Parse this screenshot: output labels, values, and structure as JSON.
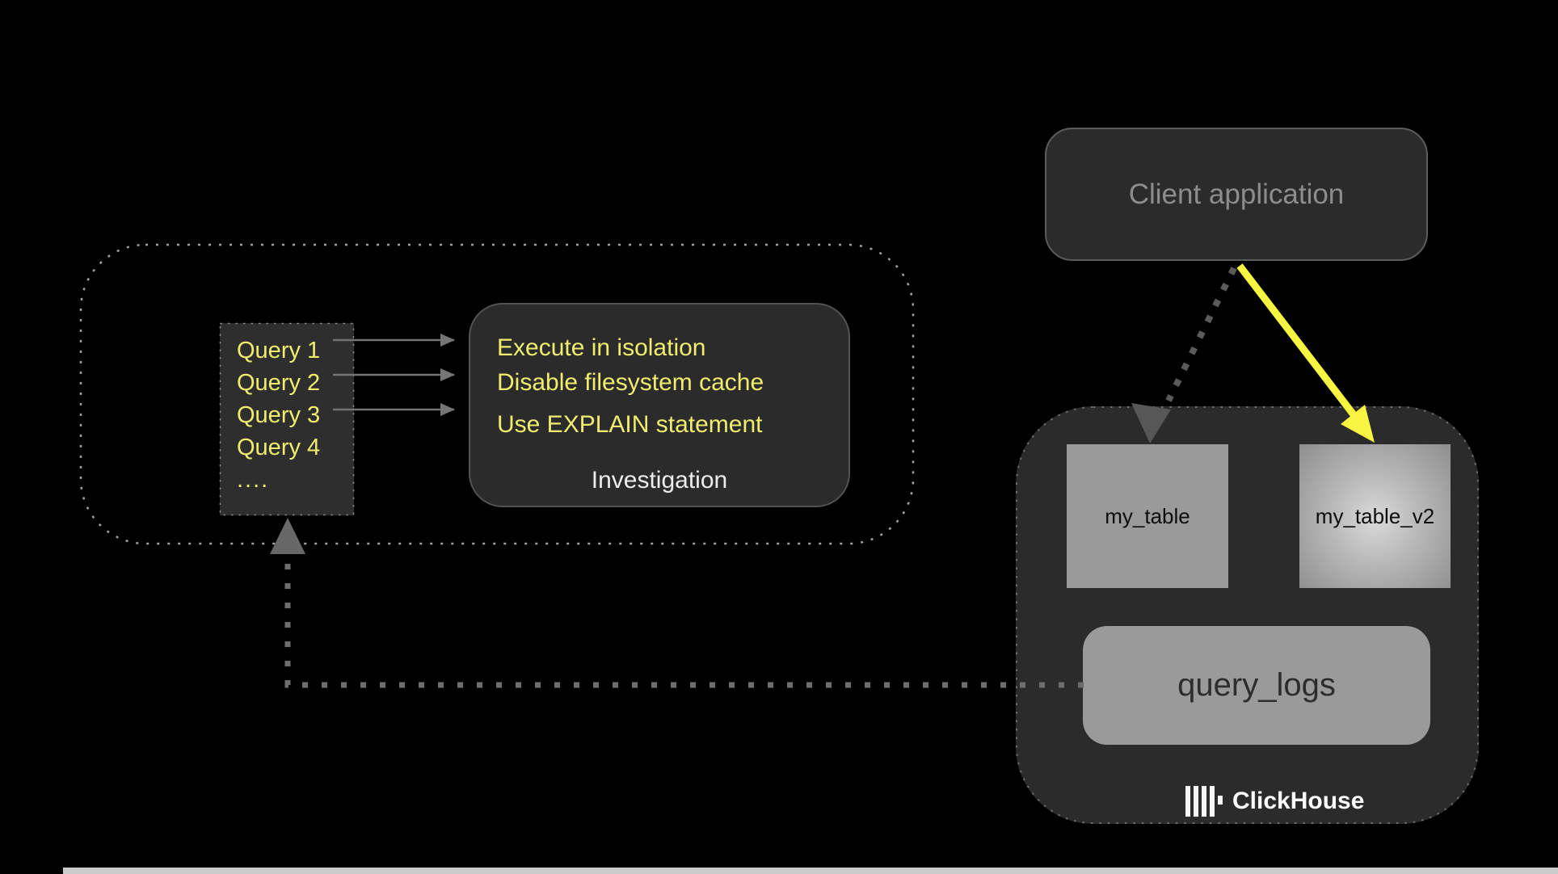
{
  "diagram": {
    "client_app": {
      "label": "Client application"
    },
    "query_list": {
      "items": [
        "Query 1",
        "Query 2",
        "Query 3",
        "Query 4",
        "...."
      ]
    },
    "investigation": {
      "line1": "Execute in isolation",
      "line2": "Disable filesystem cache",
      "line3": "Use EXPLAIN statement",
      "caption": "Investigation"
    },
    "clickhouse": {
      "table_left": "my_table",
      "table_right": "my_table_v2",
      "query_logs": "query_logs",
      "brand": "ClickHouse"
    }
  },
  "colors": {
    "background": "#000000",
    "panel_dark": "#2B2B2B",
    "panel_gray": "#9A9A9A",
    "text_yellow": "#F0ED6E",
    "arrow_yellow": "#F7F542",
    "client_text_gray": "#8D8D8D",
    "connector_gray": "#6E6E6E",
    "dotted_region_gray": "#A3A39B"
  }
}
